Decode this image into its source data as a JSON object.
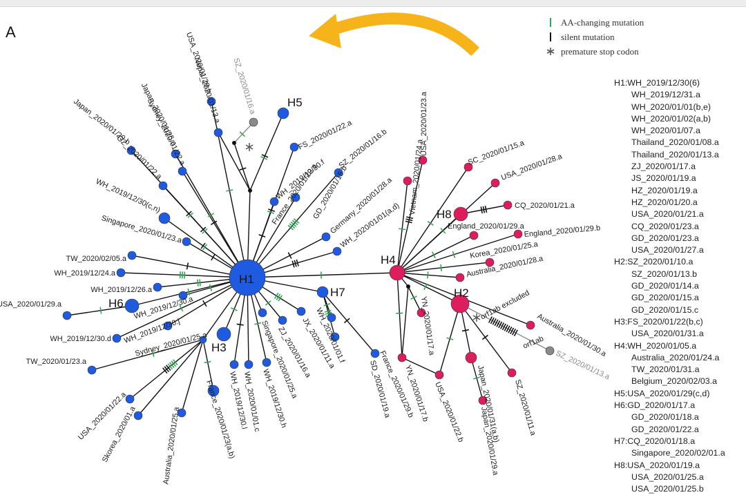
{
  "panel_letter": "A",
  "legend": [
    {
      "icon": "green-tick-icon",
      "color": "#2fa84f",
      "text": "AA-changing mutation"
    },
    {
      "icon": "black-tick-icon",
      "color": "#111111",
      "text": "silent mutation"
    },
    {
      "icon": "asterisk-icon",
      "color": "#555555",
      "text": "premature stop codon"
    }
  ],
  "colors": {
    "blue": "#1f5be0",
    "red": "#dc1e5c",
    "grey": "#8a8a8a",
    "arrow": "#f6b31a",
    "green": "#2fa84f"
  },
  "hubs": {
    "h1": "H1",
    "h2": "H2",
    "h3": "H3",
    "h4": "H4",
    "h5": "H5",
    "h6": "H6",
    "h7": "H7",
    "h8": "H8"
  },
  "labels": {
    "usa_0129b": "USA_2020/01/29.b",
    "sz_0116a": "SZ_2020/01/16.a",
    "japan_0129b": "Japan_2020/01/29.b",
    "nepal_0113a": "Nepal_2020/01/13.a",
    "japan_0125a": "Japan_2020/01/25.a",
    "sydney_0122a": "Sydney_2020/01/22.a",
    "gz_0122a": "GZ_2020/01/22.a",
    "fs_0122a": "FS_2020/01/22.a",
    "wh_1230f": "WH_2019/12/30.f",
    "france_0129a": "France_2020/01/29.a",
    "sz_0116b": "SZ_2020/01/16.b",
    "gd_0115b": "GD_2020/01/15.b",
    "germany_0128a": "Germany_2020/01/28.a",
    "wh_0101ad": "WH_2020/01/01(a,d)",
    "wh_1230cn": "WH_2019/12/30(c,n)",
    "singapore_0123a": "Singapore_2020/01/23.a",
    "tw_0205a": "TW_2020/02/05.a",
    "wh_1224a": "WH_2019/12/24.a",
    "wh_1226a": "WH_2019/12/26.a",
    "usa_0129a": "USA_2020/01/29.a",
    "wh_1230a": "WH_2019/12/30.a",
    "wh_1230j": "WH_2019/12/30.j",
    "wh_1230d": "WH_2019/12/30.d",
    "sydney_0125a": "Sydney_2020/01/25.a",
    "tw_0123a": "TW_2020/01/23.a",
    "usa_0122a": "USA_2020/01/22.a",
    "skorea_0201a": "Skorea_2020/01.a",
    "australia_0125a": "Australia_2020/01/25.a",
    "france_0123ab": "France_2020/01/23(a,b)",
    "wh_1230l": "WH_2019/12/30.l",
    "wh_0101c": "WH_2020/01/01.c",
    "wh_1230h": "WH_2019/12/30.h",
    "singapore_0125a": "Singapore_2020/01/25.a",
    "zj_0116a": "ZJ_2020/01/16.a",
    "jx_0111a": "JX_2020/01/11.a",
    "wh_0101f": "WH_2020/01/01.f",
    "sd_0119a": "SD_2020/01/19.a",
    "france_0129b": "France_2020/01/29.b",
    "yn_0117b": "YN_2020/01/17.b",
    "usa_0123a": "USA_2020/01/23.a",
    "vietnam_0124a": "Vietnam_2020/01/24.a",
    "sc_0115a": "SC_2020/01/15.a",
    "usa_0128a": "USA_2020/01/28.a",
    "cq_0121a": "CQ_2020/01/21.a",
    "england_0129a": "England_2020/01/29.a",
    "england_0129b": "England_2020/01/29.b",
    "korea_0125a": "Korea_2020/01/25.a",
    "australia_0128a": "Australia_2020/01/28.a",
    "australia_0130a": "Australia_2020/01/30.a",
    "yn_0117a": "YN_2020/01/17.a",
    "usa_0122b": "USA_2020/01/22.b",
    "japan_0131ab": "Japan_2020/01/31(a,b)",
    "japan_0129a": "Japan_2020/01/29.a",
    "sz_0111a": "SZ_2020/01/11.a",
    "sz_0113a": "SZ_2020/01/13.a",
    "orf1ab_excluded": "orf1ab excluded",
    "orf1ab": "orf1ab"
  },
  "haplotype_list": [
    {
      "h": "H1:WH_2019/12/30(6)",
      "items": [
        "WH_2019/12/31.a",
        "WH_2020/01/01(b,e)",
        "WH_2020/01/02(a,b)",
        "WH_2020/01/07.a",
        "Thailand_2020/01/08.a",
        "Thailand_2020/01/13.a",
        "ZJ_2020/01/17.a",
        "JS_2020/01/19.a",
        "HZ_2020/01/19.a",
        "HZ_2020/01/20.a",
        "USA_2020/01/21.a",
        "CQ_2020/01/23.a",
        "GD_2020/01/23.a",
        "USA_2020/01/27.a"
      ]
    },
    {
      "h": "H2:SZ_2020/01/10.a",
      "items": [
        "SZ_2020/01/13.b",
        "GD_2020/01/14.a",
        "GD_2020/01/15.a",
        "GD_2020/01/15.c"
      ]
    },
    {
      "h": "H3:FS_2020/01/22(b,c)",
      "items": [
        "USA_2020/01/31.a"
      ]
    },
    {
      "h": "H4:WH_2020/01/05.a",
      "items": [
        "Australia_2020/01/24.a",
        "TW_2020/01/31.a",
        "Belgium_2020/02/03.a"
      ]
    },
    {
      "h": "H5:USA_2020/01/29(c,d)",
      "items": []
    },
    {
      "h": "H6:GD_2020/01/17.a",
      "items": [
        "GD_2020/01/18.a",
        "GD_2020/01/22.a"
      ]
    },
    {
      "h": "H7:CQ_2020/01/18.a",
      "items": [
        "Singapore_2020/02/01.a"
      ]
    },
    {
      "h": "H8:USA_2020/01/19.a",
      "items": [
        "USA_2020/01/25.a",
        "USA_2020/01/25.b"
      ]
    }
  ]
}
